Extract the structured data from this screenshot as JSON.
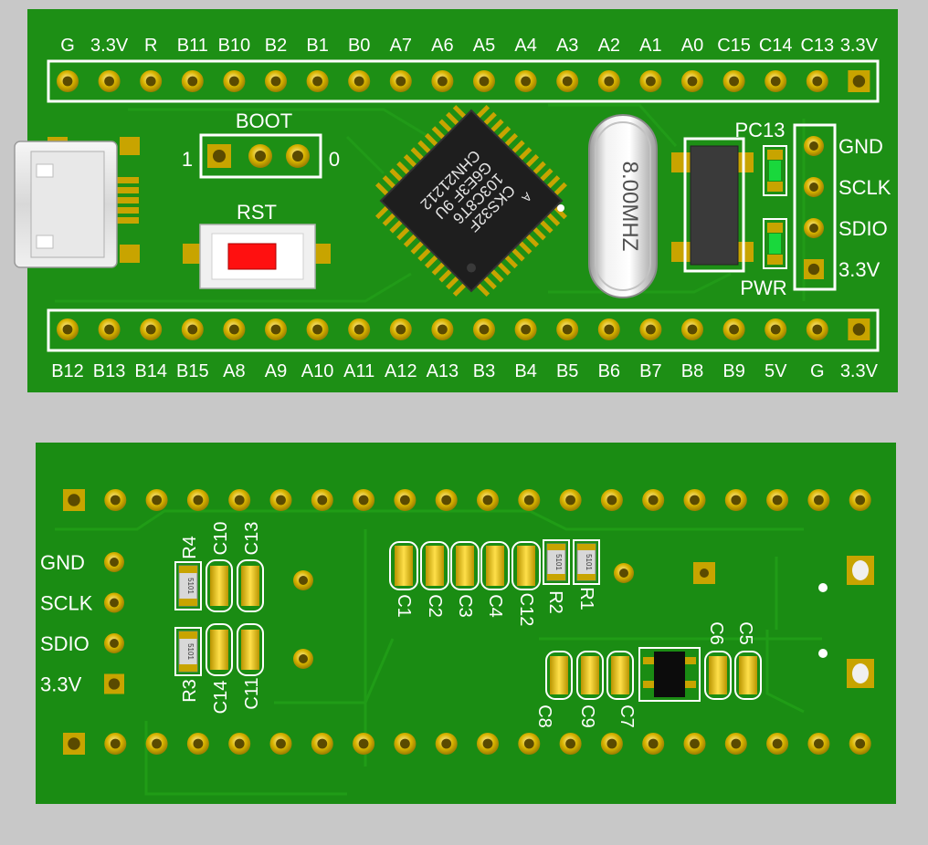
{
  "colors": {
    "background": "#c8c8c8",
    "pcb": "#1d8f15",
    "pcb_dark": "#147a0e",
    "silk": "#ffffff",
    "pad": "#c8a400",
    "led": "#19d83c",
    "rst_cap": "#ff1010",
    "chip": "#1e1e1e"
  },
  "top_board": {
    "header_top_labels": [
      "G",
      "3.3V",
      "R",
      "B11",
      "B10",
      "B2",
      "B1",
      "B0",
      "A7",
      "A6",
      "A5",
      "A4",
      "A3",
      "A2",
      "A1",
      "A0",
      "C15",
      "C14",
      "C13",
      "3.3V"
    ],
    "header_bottom_labels": [
      "B12",
      "B13",
      "B14",
      "B15",
      "A8",
      "A9",
      "A10",
      "A11",
      "A12",
      "A13",
      "B3",
      "B4",
      "B5",
      "B6",
      "B7",
      "B8",
      "B9",
      "5V",
      "G",
      "3.3V"
    ],
    "boot": {
      "title": "BOOT",
      "left": "1",
      "right": "0"
    },
    "rst_label": "RST",
    "mcu_lines": [
      "CKS32F",
      "103C8T6",
      "G6E3F  9U",
      "CHN21212"
    ],
    "mcu_mark": "A",
    "crystal_label": "8.00MHZ",
    "led_pc13_label": "PC13",
    "led_pwr_label": "PWR",
    "swd_labels": [
      "GND",
      "SCLK",
      "SDIO",
      "3.3V"
    ]
  },
  "bottom_board": {
    "swd_labels": [
      "GND",
      "SCLK",
      "SDIO",
      "3.3V"
    ],
    "component_labels": {
      "r4": "R4",
      "c10": "C10",
      "c13": "C13",
      "r3": "R3",
      "c14": "C14",
      "c11": "C11",
      "c1": "C1",
      "c2": "C2",
      "c3": "C3",
      "c4": "C4",
      "c12": "C12",
      "r2": "R2",
      "r1": "R1",
      "c8": "C8",
      "c9": "C9",
      "c7": "C7",
      "c6": "C6",
      "c5": "C5"
    },
    "resistor_codes": {
      "r1": "5101",
      "r2": "5101",
      "r3": "5101",
      "r4": "5101"
    }
  }
}
